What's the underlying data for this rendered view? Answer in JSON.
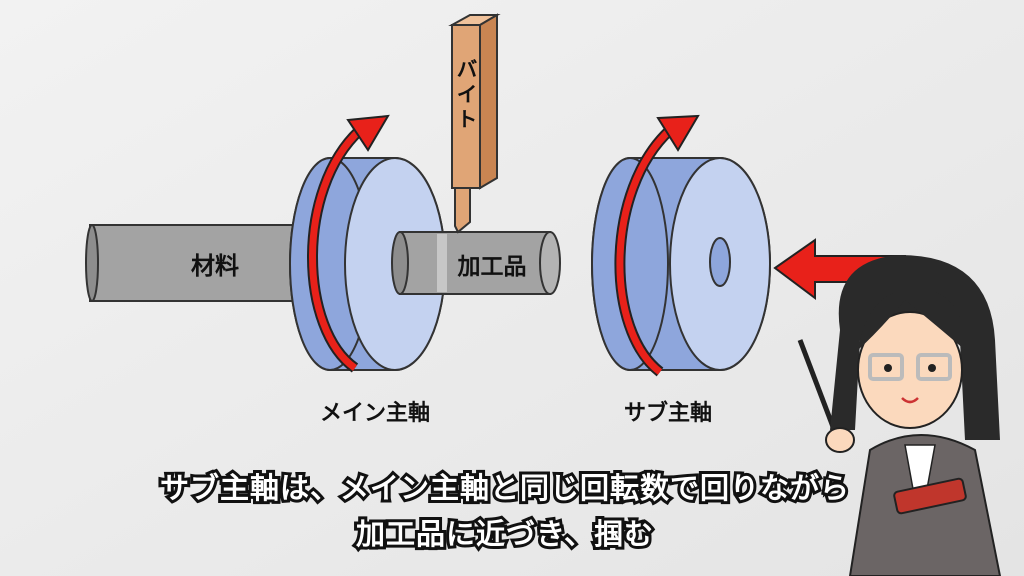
{
  "labels": {
    "material": "材料",
    "workpiece": "加工品",
    "tool": "バイト",
    "main_spindle": "メイン主軸",
    "sub_spindle": "サブ主軸"
  },
  "subtitle": {
    "line1": "サブ主軸は、メイン主軸と同じ回転数で回りながら",
    "line2": "加工品に近づき、掴む"
  },
  "colors": {
    "background": "#ececec",
    "disc_face": "#c4d2f0",
    "disc_side": "#8ea6dc",
    "cylinder": "#a3a3a3",
    "tool": "#e0a576",
    "arrow": "#e8211a"
  }
}
